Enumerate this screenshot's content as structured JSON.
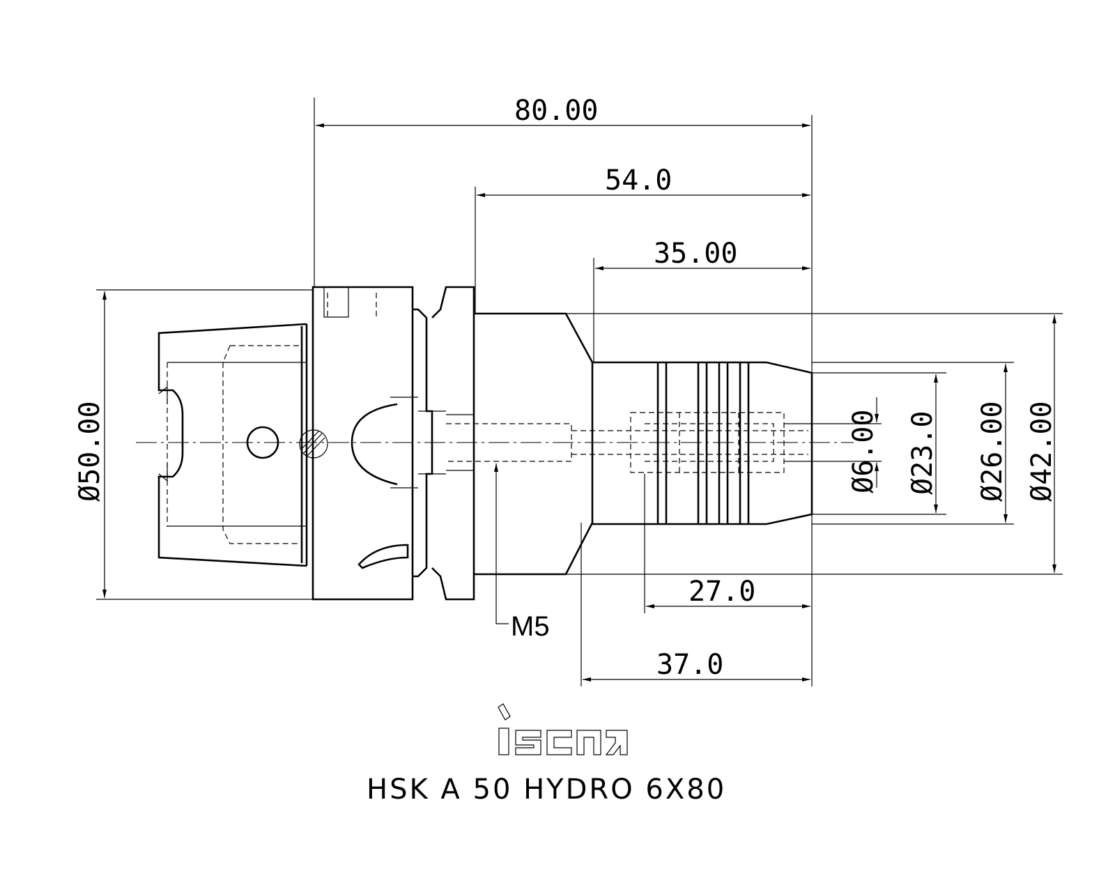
{
  "drawing": {
    "title": "HSK A 50 HYDRO 6X80",
    "brand_logo_text": "iscar",
    "dimensions": {
      "overall_length": "80.00",
      "body_to_end": "54.0",
      "shank_length": "35.00",
      "diameter_flange": "Ø50.00",
      "diameter_body": "Ø42.00",
      "diameter_clamp": "Ø26.00",
      "diameter_inner": "Ø23.0",
      "diameter_bore": "Ø6.00",
      "clamp_length": "27.0",
      "nose_length": "37.0",
      "thread": "M5"
    }
  }
}
